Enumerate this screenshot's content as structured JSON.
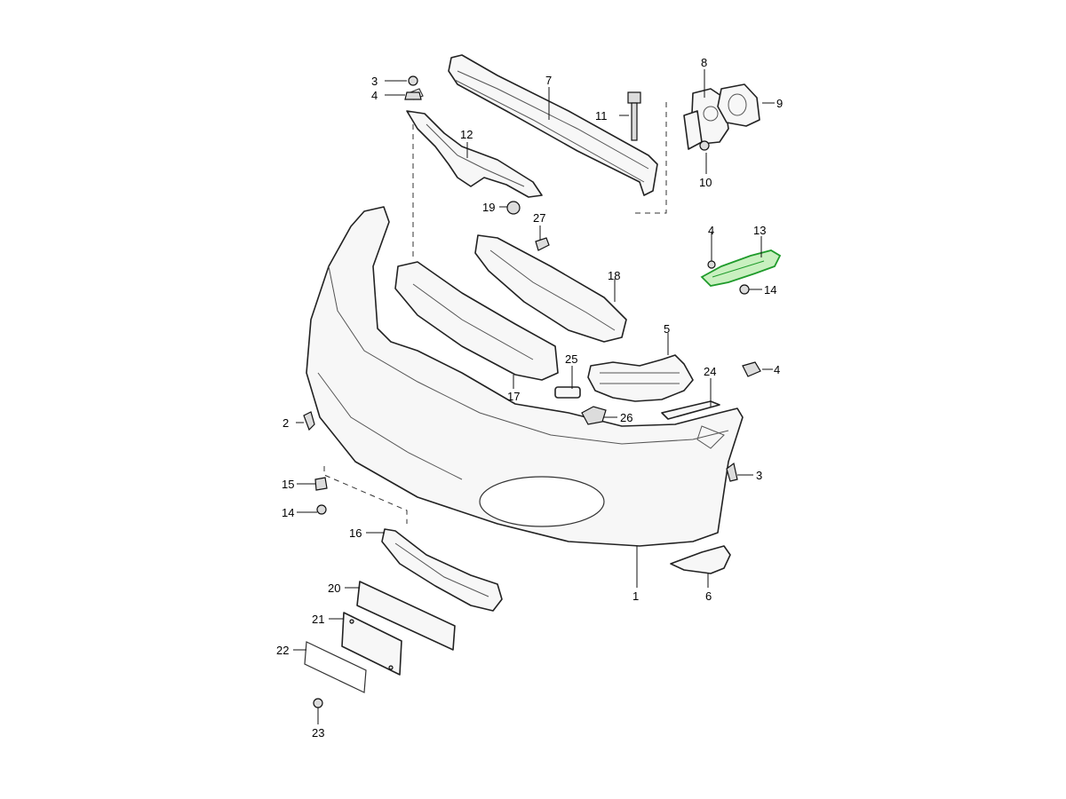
{
  "diagram": {
    "highlight_color": "#1f9b2b",
    "callouts": [
      {
        "id": "c1",
        "label": "1"
      },
      {
        "id": "c2",
        "label": "2"
      },
      {
        "id": "c3a",
        "label": "3"
      },
      {
        "id": "c3b",
        "label": "3"
      },
      {
        "id": "c4a",
        "label": "4"
      },
      {
        "id": "c4b",
        "label": "4"
      },
      {
        "id": "c4c",
        "label": "4"
      },
      {
        "id": "c5",
        "label": "5"
      },
      {
        "id": "c6",
        "label": "6"
      },
      {
        "id": "c7",
        "label": "7"
      },
      {
        "id": "c8",
        "label": "8"
      },
      {
        "id": "c9",
        "label": "9"
      },
      {
        "id": "c10",
        "label": "10"
      },
      {
        "id": "c11",
        "label": "11"
      },
      {
        "id": "c12",
        "label": "12"
      },
      {
        "id": "c13",
        "label": "13"
      },
      {
        "id": "c14a",
        "label": "14"
      },
      {
        "id": "c14b",
        "label": "14"
      },
      {
        "id": "c15",
        "label": "15"
      },
      {
        "id": "c16",
        "label": "16"
      },
      {
        "id": "c17",
        "label": "17"
      },
      {
        "id": "c18",
        "label": "18"
      },
      {
        "id": "c19",
        "label": "19"
      },
      {
        "id": "c20",
        "label": "20"
      },
      {
        "id": "c21",
        "label": "21"
      },
      {
        "id": "c22",
        "label": "22"
      },
      {
        "id": "c23",
        "label": "23"
      },
      {
        "id": "c24",
        "label": "24"
      },
      {
        "id": "c25",
        "label": "25"
      },
      {
        "id": "c26",
        "label": "26"
      },
      {
        "id": "c27",
        "label": "27"
      }
    ]
  }
}
